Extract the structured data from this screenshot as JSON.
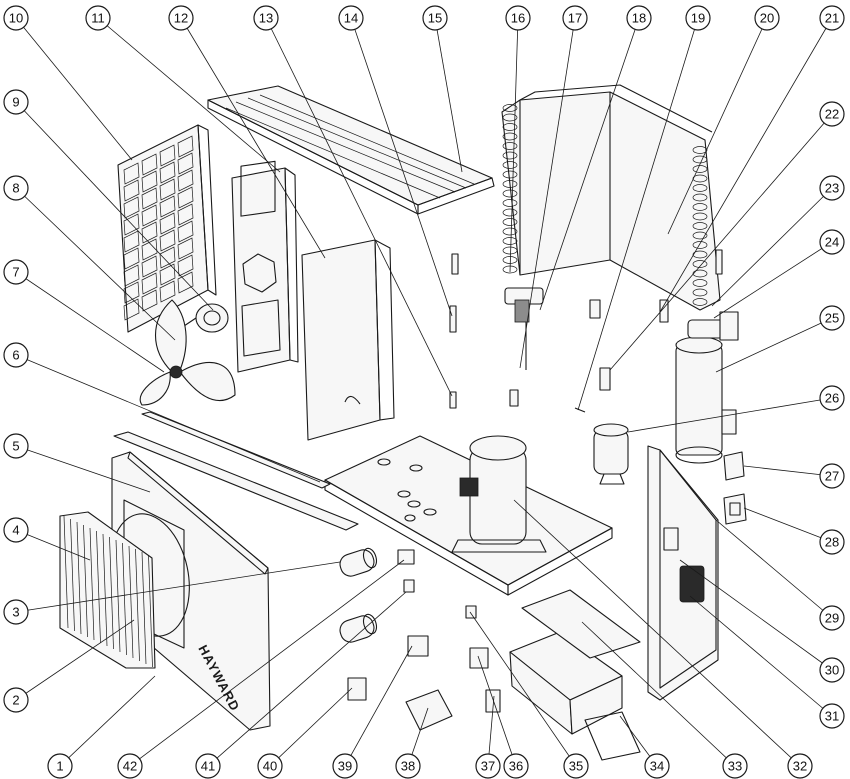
{
  "brand": "HAYWARD",
  "callouts": [
    {
      "label": "1"
    },
    {
      "label": "2"
    },
    {
      "label": "3"
    },
    {
      "label": "4"
    },
    {
      "label": "5"
    },
    {
      "label": "6"
    },
    {
      "label": "7"
    },
    {
      "label": "8"
    },
    {
      "label": "9"
    },
    {
      "label": "10"
    },
    {
      "label": "11"
    },
    {
      "label": "12"
    },
    {
      "label": "13"
    },
    {
      "label": "14"
    },
    {
      "label": "15"
    },
    {
      "label": "16"
    },
    {
      "label": "17"
    },
    {
      "label": "18"
    },
    {
      "label": "19"
    },
    {
      "label": "20"
    },
    {
      "label": "21"
    },
    {
      "label": "22"
    },
    {
      "label": "23"
    },
    {
      "label": "24"
    },
    {
      "label": "25"
    },
    {
      "label": "26"
    },
    {
      "label": "27"
    },
    {
      "label": "28"
    },
    {
      "label": "29"
    },
    {
      "label": "30"
    },
    {
      "label": "31"
    },
    {
      "label": "32"
    },
    {
      "label": "33"
    },
    {
      "label": "34"
    },
    {
      "label": "35"
    },
    {
      "label": "36"
    },
    {
      "label": "37"
    },
    {
      "label": "38"
    },
    {
      "label": "39"
    },
    {
      "label": "40"
    },
    {
      "label": "41"
    },
    {
      "label": "42"
    }
  ],
  "colors": {
    "line": "#1a1a1a",
    "background": "#ffffff"
  }
}
